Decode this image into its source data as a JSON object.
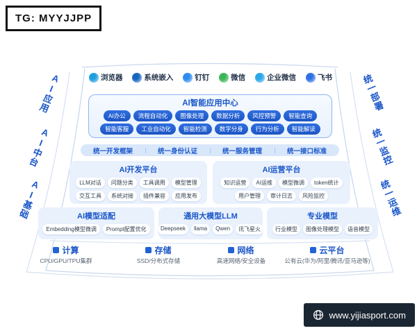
{
  "watermarks": {
    "tg": "TG: MYYJJPP",
    "site": "www.yijiasport.com"
  },
  "side_labels": {
    "left": [
      "AI应用",
      "AI中台",
      "AI基础"
    ],
    "right": [
      "统一部署",
      "统一监控",
      "统一运维"
    ]
  },
  "channels": [
    {
      "name": "browser",
      "label": "浏览器",
      "color": "#1e9ede"
    },
    {
      "name": "system-embed",
      "label": "系统嵌入",
      "color": "#1565c0"
    },
    {
      "name": "dingtalk",
      "label": "钉钉",
      "color": "#2d8cf0"
    },
    {
      "name": "wechat",
      "label": "微信",
      "color": "#3bb557"
    },
    {
      "name": "wecom",
      "label": "企业微信",
      "color": "#2aa7e8"
    },
    {
      "name": "feishu",
      "label": "飞书",
      "color": "#2f6fe4"
    }
  ],
  "app_center": {
    "title": "AI智能应用中心",
    "row1": [
      "AI办公",
      "流程自动化",
      "图像处理",
      "数据分析",
      "风控预警",
      "智能查询"
    ],
    "row2": [
      "智能客服",
      "工业自动化",
      "智能检测",
      "数字分身",
      "行为分析",
      "智能解读"
    ]
  },
  "unified_bar": [
    "统一开发框架",
    "统一身份认证",
    "统一服务管理",
    "统一接口标准"
  ],
  "dev_platform": {
    "title": "AI开发平台",
    "row1": [
      "LLM对话",
      "问题分类",
      "工具调用",
      "模型管理"
    ],
    "row2": [
      "交互工具",
      "系统对接",
      "插件兼容",
      "应用发布"
    ]
  },
  "ops_platform": {
    "title": "AI运营平台",
    "row1": [
      "知识运营",
      "AI运维",
      "模型微调",
      "token统计"
    ],
    "row2": [
      "用户管理",
      "审计日志",
      "风险监控"
    ]
  },
  "model_panels": {
    "adapt": {
      "title": "AI模型适配",
      "items": [
        "Embedding模型微调",
        "Prompt配置优化"
      ]
    },
    "llm": {
      "title": "通用大模型LLM",
      "items": [
        "Deepseek",
        "llama",
        "Qwen",
        "讯飞星火"
      ]
    },
    "pro": {
      "title": "专业模型",
      "items": [
        "行业模型",
        "图像处理模型",
        "语音模型"
      ]
    }
  },
  "infrastructure": [
    {
      "label": "计算",
      "desc": "CPU/GPU/TPU集群"
    },
    {
      "label": "存储",
      "desc": "SSD/分布式存储"
    },
    {
      "label": "网络",
      "desc": "高速网络/安全设备"
    },
    {
      "label": "云平台",
      "desc": "公有云(华为/阿里/腾讯/亚马逊等)"
    }
  ],
  "colors": {
    "accent": "#1a56c8",
    "button": "#2362d4",
    "panel_bg": "#e9f1fd",
    "bar_bg": "#d9e7fb",
    "site_box_bg": "#1b2633"
  }
}
